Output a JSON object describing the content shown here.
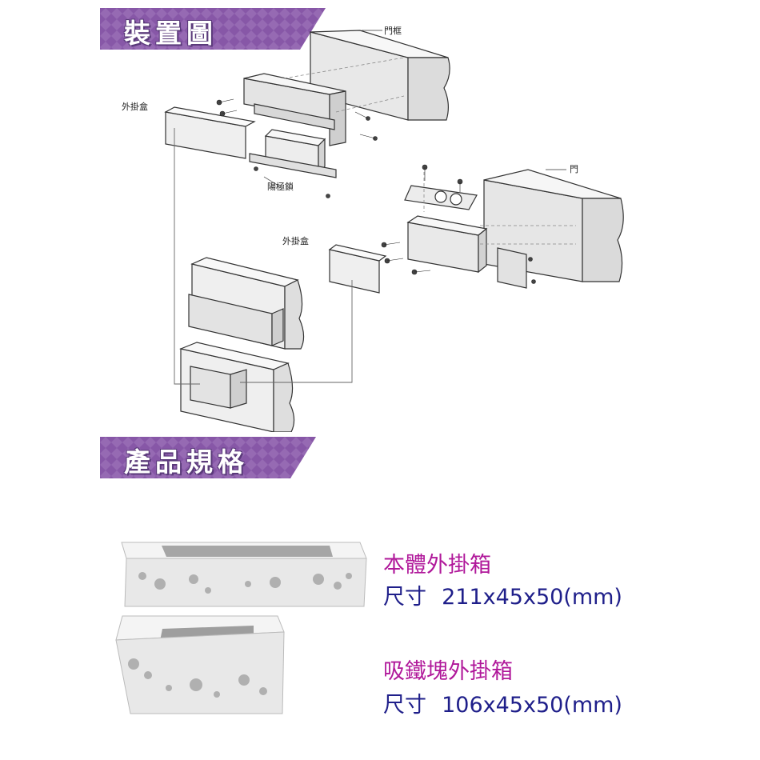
{
  "sections": {
    "install_title": "裝置圖",
    "spec_title": "產品規格"
  },
  "diagram": {
    "label_frame": "門框",
    "label_box_top": "外掛盒",
    "label_lock": "陽極鎖",
    "label_door": "門",
    "label_box_mid": "外掛盒"
  },
  "specs": [
    {
      "name": "本體外掛箱",
      "size_label": "尺寸",
      "size_value": "211x45x50(mm)"
    },
    {
      "name": "吸鐵塊外掛箱",
      "size_label": "尺寸",
      "size_value": "106x45x50(mm)"
    }
  ],
  "colors": {
    "banner_purple": "#8e5fae",
    "banner_dark": "#6d3f8f",
    "spec_name": "#b0189a",
    "spec_size": "#1f1f8a"
  }
}
